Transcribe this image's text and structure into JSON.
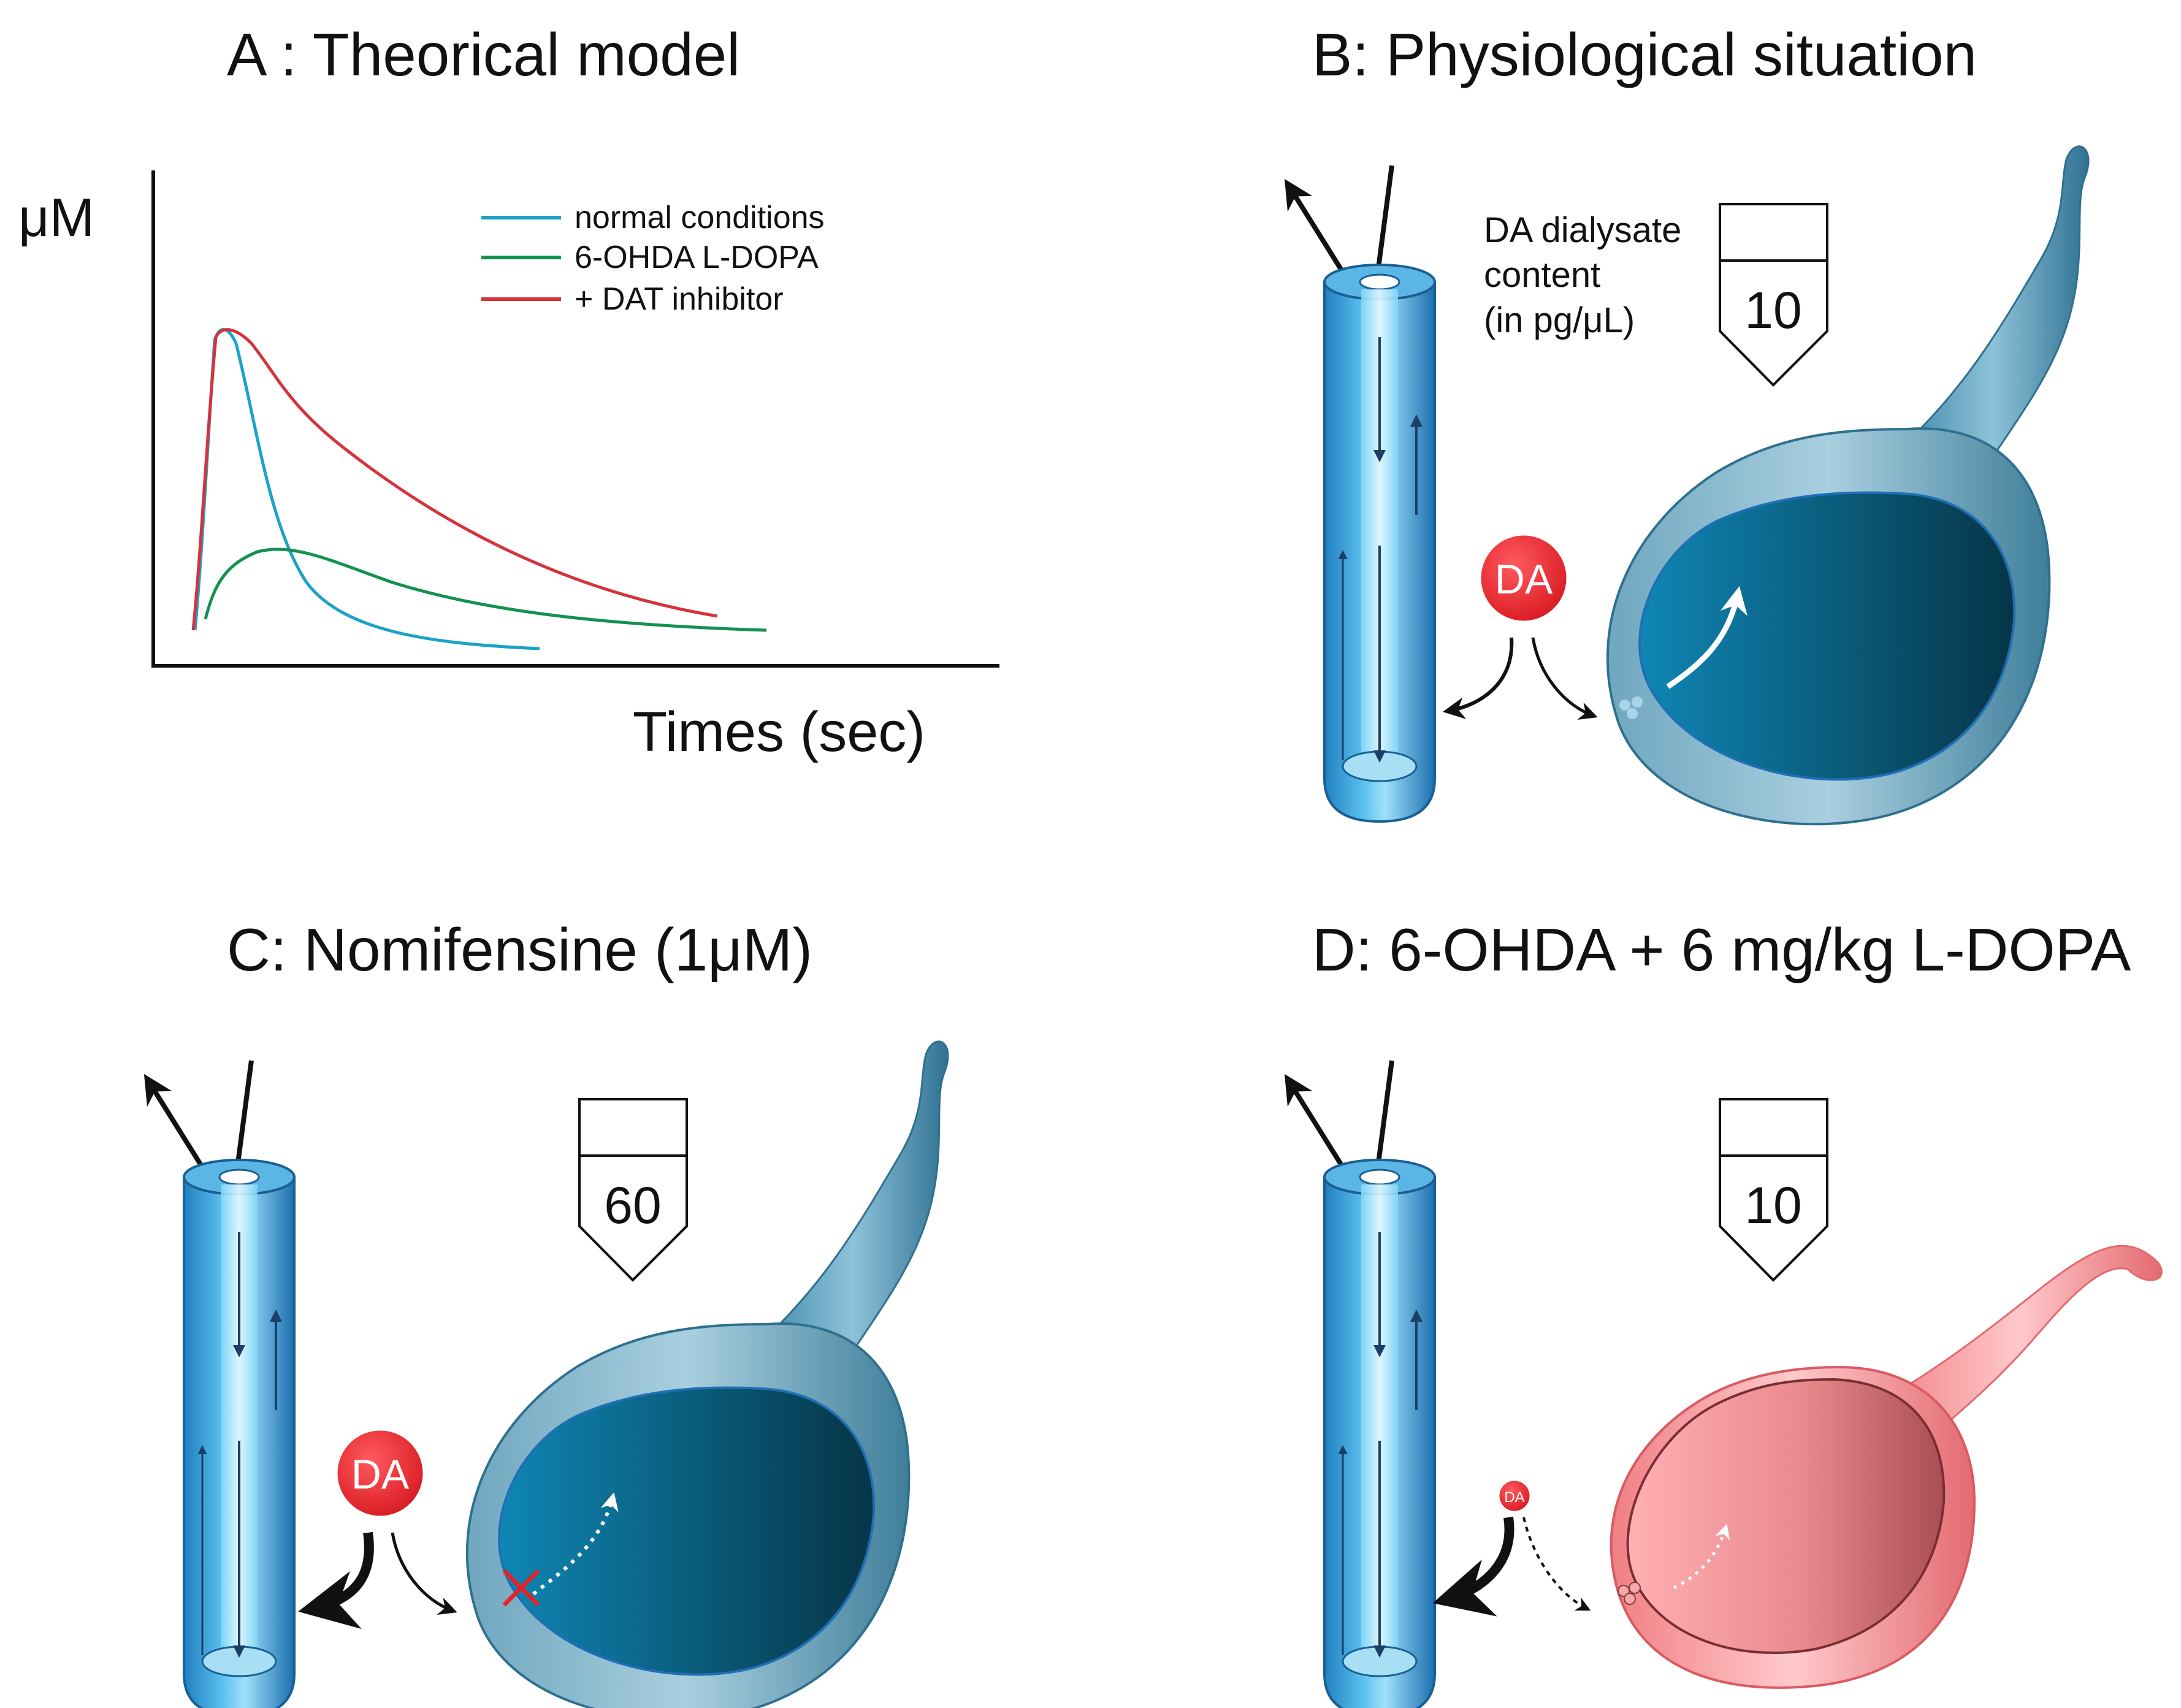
{
  "panels": {
    "a": {
      "title": "A : Theorical model",
      "chart_data": {
        "type": "line",
        "ylabel": "μM",
        "xlabel": "Times (sec)",
        "legend_position": "top-right",
        "grid": false,
        "series": [
          {
            "name": "normal conditions",
            "color": "#1aa3c8"
          },
          {
            "name": "6-OHDA L-DOPA",
            "color": "#13924f"
          },
          {
            "name": "+ DAT inhibitor",
            "color": "#d6323c"
          }
        ]
      }
    },
    "b": {
      "title": "B: Physiological situation",
      "dialysate_label": [
        "DA dialysate",
        "content",
        "(in pg/μL)"
      ],
      "dialysate_value": "10",
      "da_label": "DA",
      "neuron_color": "#2f8fb5"
    },
    "c": {
      "title": "C: Nomifensine (1μM)",
      "dialysate_value": "60",
      "da_label": "DA",
      "neuron_color": "#2f8fb5"
    },
    "d": {
      "title": "D: 6-OHDA + 6 mg/kg L-DOPA",
      "dialysate_value": "10",
      "da_label": "DA",
      "neuron_color": "#f08a8e"
    }
  }
}
